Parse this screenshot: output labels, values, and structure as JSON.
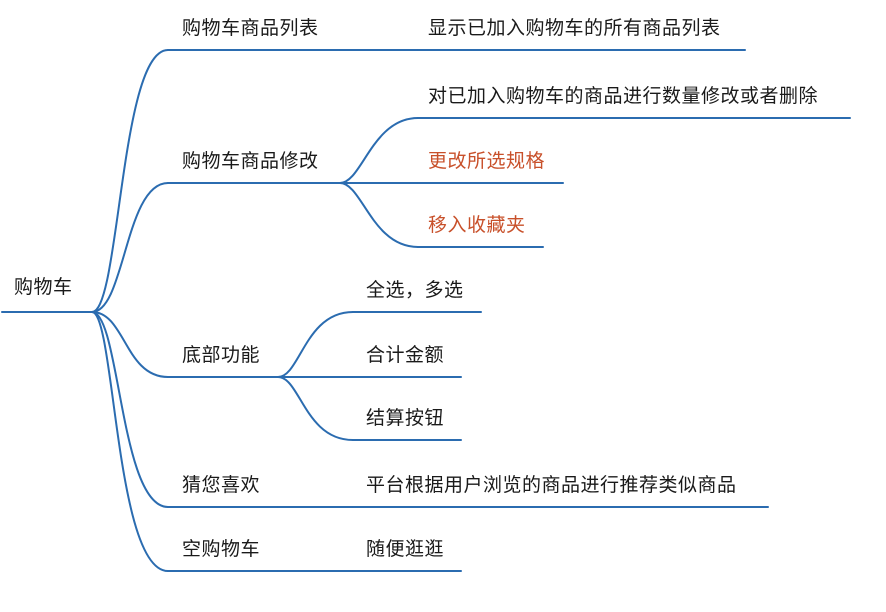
{
  "root": {
    "label": "购物车"
  },
  "branches": [
    {
      "label": "购物车商品列表",
      "children": [
        {
          "label": "显示已加入购物车的所有商品列表",
          "highlight": false
        }
      ]
    },
    {
      "label": "购物车商品修改",
      "children": [
        {
          "label": "对已加入购物车的商品进行数量修改或者删除",
          "highlight": false
        },
        {
          "label": "更改所选规格",
          "highlight": true
        },
        {
          "label": "移入收藏夹",
          "highlight": true
        }
      ]
    },
    {
      "label": "底部功能",
      "children": [
        {
          "label": "全选，多选",
          "highlight": false
        },
        {
          "label": "合计金额",
          "highlight": false
        },
        {
          "label": "结算按钮",
          "highlight": false
        }
      ]
    },
    {
      "label": "猜您喜欢",
      "children": [
        {
          "label": "平台根据用户浏览的商品进行推荐类似商品",
          "highlight": false
        }
      ]
    },
    {
      "label": "空购物车",
      "children": [
        {
          "label": "随便逛逛",
          "highlight": false
        }
      ]
    }
  ],
  "colors": {
    "line": "#2b6cb0",
    "text": "#1a1a1a",
    "highlight_text": "#c8502a"
  }
}
